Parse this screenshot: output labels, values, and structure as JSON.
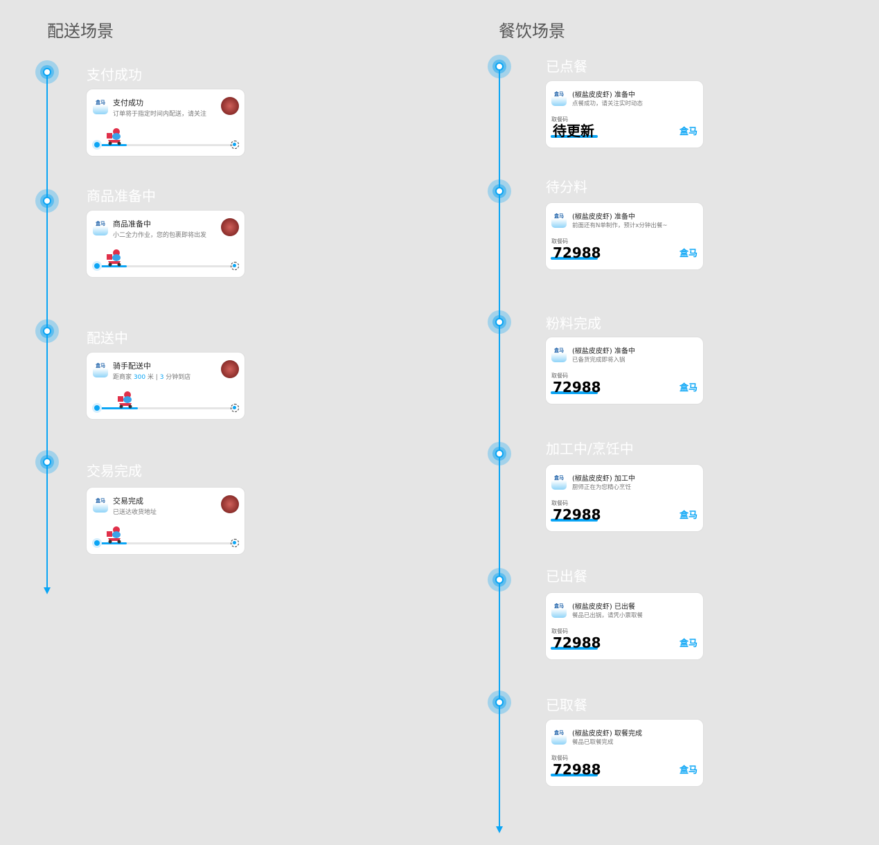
{
  "delivery": {
    "title": "配送场景",
    "stages": [
      {
        "label": "支付成功",
        "card_title": "支付成功",
        "card_sub": "订单将于指定时间内配送，请关注",
        "progress": 0.22
      },
      {
        "label": "商品准备中",
        "card_title": "商品准备中",
        "card_sub": "小二全力作业，您的包裹即将出发",
        "progress": 0.22
      },
      {
        "label": "配送中",
        "card_title": "骑手配送中",
        "card_sub_parts": [
          "距商家 ",
          "300",
          " 米 | ",
          "3",
          " 分钟到店"
        ],
        "progress": 0.3
      },
      {
        "label": "交易完成",
        "card_title": "交易完成",
        "card_sub": "已送达收货地址",
        "progress": 0.22
      }
    ]
  },
  "dining": {
    "title": "餐饮场景",
    "code_label": "取餐码",
    "brand": "盒马",
    "stages": [
      {
        "label": "已点餐",
        "card_title": "(椒盐皮皮虾) 准备中",
        "card_sub": "点餐成功，请关注实时动态",
        "code": "待更新"
      },
      {
        "label": "待分料",
        "card_title": "(椒盐皮皮虾) 准备中",
        "card_sub": "前面还有N单制作，预计x分钟出餐~",
        "code": "72988"
      },
      {
        "label": "粉料完成",
        "card_title": "(椒盐皮皮虾) 准备中",
        "card_sub": "已备货完成即将入锅",
        "code": "72988"
      },
      {
        "label": "加工中/烹饪中",
        "card_title": "(椒盐皮皮虾) 加工中",
        "card_sub": "厨师正在为您精心烹饪",
        "code": "72988"
      },
      {
        "label": "已出餐",
        "card_title": "(椒盐皮皮虾) 已出餐",
        "card_sub": "餐品已出锅，请凭小票取餐",
        "code": "72988"
      },
      {
        "label": "已取餐",
        "card_title": "(椒盐皮皮虾) 取餐完成",
        "card_sub": "餐品已取餐完成",
        "code": "72988"
      }
    ]
  },
  "logo_text": "盒马",
  "colors": {
    "accent": "#0aa5f5",
    "background": "#e5e5e5"
  }
}
